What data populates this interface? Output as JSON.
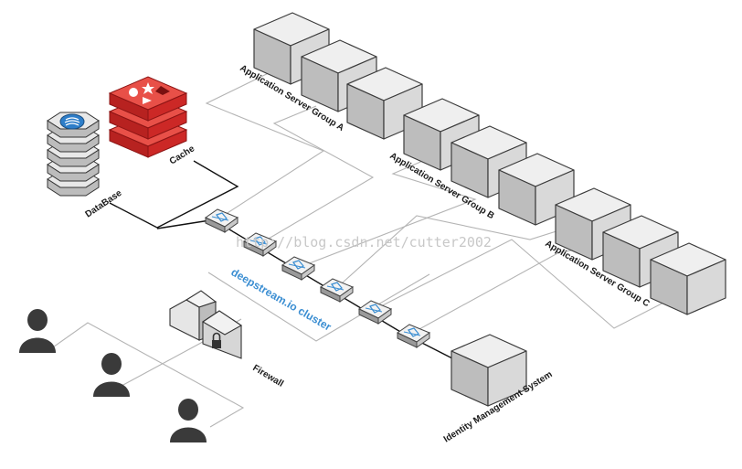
{
  "labels": {
    "group_a": "Application Server Group A",
    "group_b": "Application Server Group B",
    "group_c": "Application Server Group C",
    "cache": "Cache",
    "database": "DataBase",
    "cluster": "deepstream.io cluster",
    "firewall": "Firewall",
    "identity": "Identity Management System"
  },
  "watermark": "http://blog.csdn.net/cutter2002",
  "colors": {
    "cluster_text": "#3b8ed2",
    "cache_red": "#d8302f",
    "database_grey": "#d0d0d0",
    "database_badge": "#2e7ec9",
    "user_dark": "#3a3a3a",
    "server_top": "#efefef"
  },
  "icons": {
    "cache": "redis-cache-icon",
    "database": "database-stack-icon",
    "firewall": "firewall-lock-icon",
    "user": "user-icon",
    "node": "deepstream-node-icon",
    "server": "server-box-icon"
  }
}
